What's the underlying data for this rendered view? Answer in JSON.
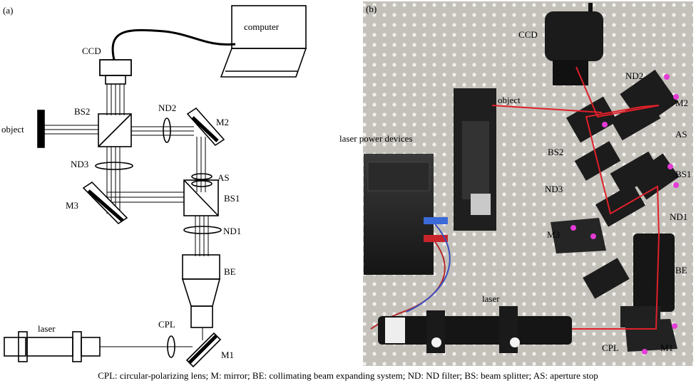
{
  "panel_a": {
    "tag": "(a)",
    "labels": {
      "computer": "computer",
      "ccd": "CCD",
      "bs2": "BS2",
      "nd2": "ND2",
      "m2": "M2",
      "object": "object",
      "as": "AS",
      "nd3": "ND3",
      "m3": "M3",
      "bs1": "BS1",
      "nd1": "ND1",
      "be": "BE",
      "laser": "laser",
      "cpl": "CPL",
      "m1": "M1"
    }
  },
  "panel_b": {
    "tag": "(b)",
    "labels": {
      "ccd": "CCD",
      "object": "object",
      "nd2": "ND2",
      "m2": "M2",
      "as": "AS",
      "laser_power": "laser power devices",
      "bs2": "BS2",
      "bs1": "BS1",
      "nd3": "ND3",
      "nd1": "ND1",
      "m3": "M3",
      "be": "BE",
      "laser": "laser",
      "cpl": "CPL",
      "m1": "M1"
    }
  },
  "caption": "CPL: circular-polarizing lens; M: mirror; BE: collimating beam expanding system; ND: ND filter; BS: beam splitter; AS: aperture stop",
  "colors": {
    "beam": "#e0202a",
    "board": "#c9c6c0",
    "ink": "#000000",
    "knob": "#e43bd6"
  }
}
